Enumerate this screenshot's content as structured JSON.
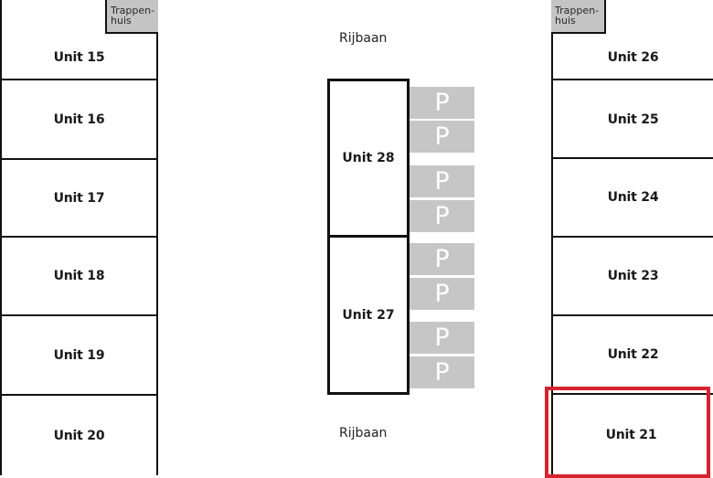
{
  "left_column": {
    "stairwell_label": "Trappen-\nhuis",
    "units": [
      "Unit 15",
      "Unit 16",
      "Unit 17",
      "Unit 18",
      "Unit 19",
      "Unit 20"
    ]
  },
  "right_column": {
    "stairwell_label": "Trappen-\nhuis",
    "units": [
      "Unit 26",
      "Unit 25",
      "Unit 24",
      "Unit 23",
      "Unit 22",
      "Unit 21"
    ],
    "highlighted_unit": "Unit 21",
    "highlight_color": "#d6232d"
  },
  "center": {
    "road_top": "Rijbaan",
    "road_bottom": "Rijbaan",
    "units": [
      "Unit 28",
      "Unit 27"
    ],
    "parking_label": "P",
    "parking_count": 8
  }
}
